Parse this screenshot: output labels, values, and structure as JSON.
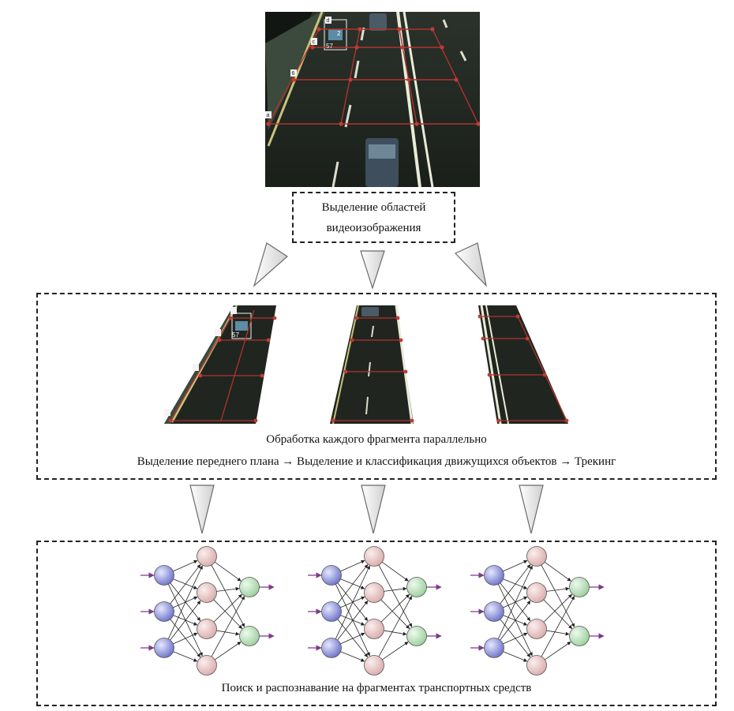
{
  "top_label": {
    "line1": "Выделение областей",
    "line2": "видеоизображения"
  },
  "middle_block": {
    "caption_line1": "Обработка каждого фрагмента параллельно",
    "caption_line2": "Выделение   переднего плана → Выделение и классификация движущихся объектов → Трекинг"
  },
  "bottom_block": {
    "caption": "Поиск и распознавание на фрагментах транспортных средств"
  },
  "video": {
    "zone_labels": [
      "a",
      "6",
      "c",
      "d"
    ],
    "detection_id": "57",
    "detection_mark": "2"
  },
  "colors": {
    "road": "#20251f",
    "grid_line": "#b2332f",
    "neuron_input": "#6c73c9",
    "neuron_hidden": "#d9adab",
    "neuron_output": "#9ccf9d",
    "arrow": "#7d3a8a"
  }
}
